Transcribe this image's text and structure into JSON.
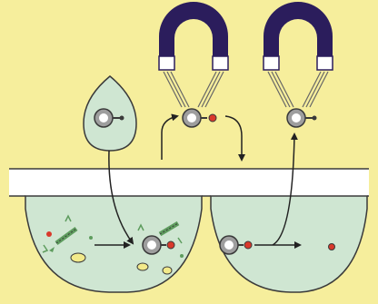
{
  "diagram": {
    "kind": "magnetic bead separation schematic",
    "steps": [
      "bead-droplet-added",
      "bead-binds-target-in-well",
      "magnet-lifts-bead",
      "bead-transferred-to-second-well",
      "magnet-lifts-bead-again"
    ]
  },
  "colors": {
    "background": "#f6ee9c",
    "droplet_fill": "#cfe6d2",
    "well_fill": "#cfe6d2",
    "outline": "#3a3a3a",
    "magnet": "#2b1d5c",
    "magnet_pole": "#ffffff",
    "target_red": "#d9392b",
    "bead_core": "#9e9e9e",
    "bead_ring": "#ffffff",
    "strip": "#ffffff",
    "debris_yellow": "#f2ea8a",
    "debris_green": "#5e9c5e"
  },
  "icons": {
    "magnet": "horseshoe-magnet-icon",
    "bead": "magnetic-bead-icon",
    "droplet": "droplet-icon",
    "well": "well-icon",
    "arrow": "arrow-icon",
    "field_lines": "field-lines-icon"
  }
}
